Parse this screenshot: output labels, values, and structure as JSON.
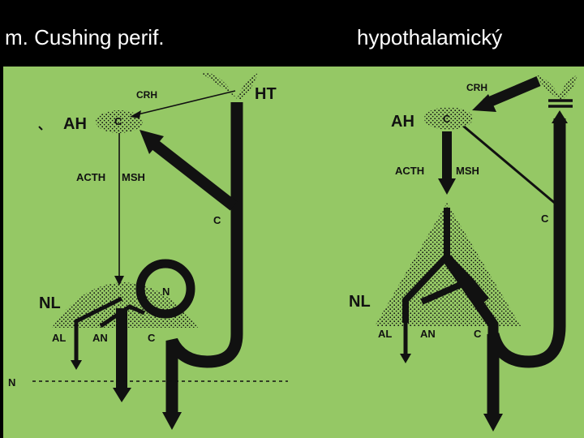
{
  "titles": {
    "left": "m. Cushing perif.",
    "right": "hypothalamický"
  },
  "colors": {
    "background": "#000000",
    "panel": "#95c865",
    "ink": "#111111",
    "title_text": "#ffffff"
  },
  "left_panel": {
    "crh": "CRH",
    "ht": "HT",
    "ah": "AH",
    "ah_c": "C",
    "acth": "ACTH",
    "msh": "MSH",
    "c_side": "C",
    "n_ring": "N",
    "nl": "NL",
    "al": "AL",
    "an": "AN",
    "c_bottom": "C",
    "n_line": "N"
  },
  "right_panel": {
    "crh": "CRH",
    "ah": "AH",
    "ah_c": "C",
    "acth": "ACTH",
    "msh": "MSH",
    "c_side": "C",
    "nl": "NL",
    "al": "AL",
    "an": "AN",
    "c_bottom": "C"
  }
}
